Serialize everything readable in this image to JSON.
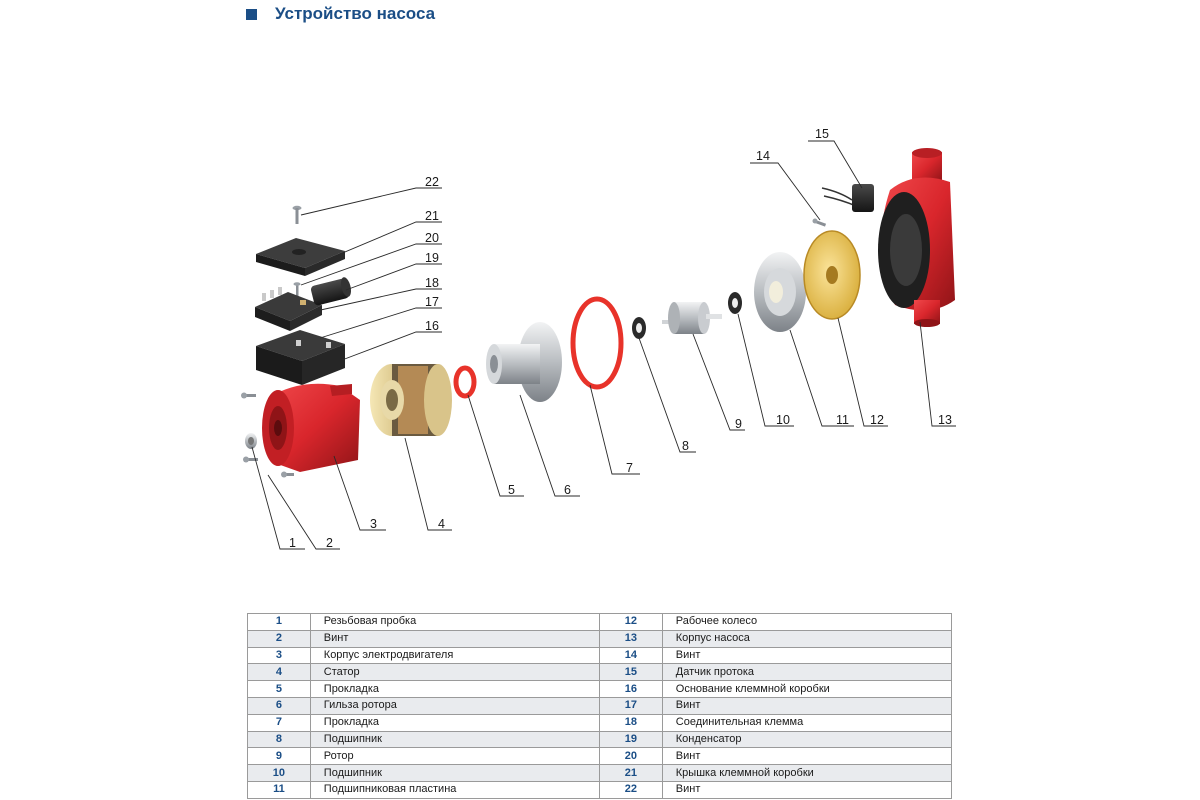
{
  "title": "Устройство насоса",
  "callout_numbers": [
    "1",
    "2",
    "3",
    "4",
    "5",
    "6",
    "7",
    "8",
    "9",
    "10",
    "11",
    "12",
    "13",
    "14",
    "15",
    "16",
    "17",
    "18",
    "19",
    "20",
    "21",
    "22"
  ],
  "parts_table": {
    "rows": [
      {
        "left_num": "1",
        "left_name": "Резьбовая пробка",
        "right_num": "12",
        "right_name": "Рабочее колесо"
      },
      {
        "left_num": "2",
        "left_name": "Винт",
        "right_num": "13",
        "right_name": "Корпус насоса"
      },
      {
        "left_num": "3",
        "left_name": "Корпус электродвигателя",
        "right_num": "14",
        "right_name": "Винт"
      },
      {
        "left_num": "4",
        "left_name": "Статор",
        "right_num": "15",
        "right_name": "Датчик протока"
      },
      {
        "left_num": "5",
        "left_name": "Прокладка",
        "right_num": "16",
        "right_name": "Основание клеммной коробки"
      },
      {
        "left_num": "6",
        "left_name": "Гильза ротора",
        "right_num": "17",
        "right_name": "Винт"
      },
      {
        "left_num": "7",
        "left_name": "Прокладка",
        "right_num": "18",
        "right_name": "Соединительная клемма"
      },
      {
        "left_num": "8",
        "left_name": "Подшипник",
        "right_num": "19",
        "right_name": "Конденсатор"
      },
      {
        "left_num": "9",
        "left_name": "Ротор",
        "right_num": "20",
        "right_name": "Винт"
      },
      {
        "left_num": "10",
        "left_name": "Подшипник",
        "right_num": "21",
        "right_name": "Крышка клеммной коробки"
      },
      {
        "left_num": "11",
        "left_name": "Подшипниковая пластина",
        "right_num": "22",
        "right_name": "Винт"
      }
    ]
  },
  "colors": {
    "title": "#1b4e86",
    "pump_red": "#d9262c",
    "gasket_red": "#e8332a",
    "terminal_box": "#2b2b2b",
    "stator_cream": "#e6d49a",
    "impeller_yellow": "#f0cf6a",
    "metal": "#bfc3c6"
  }
}
